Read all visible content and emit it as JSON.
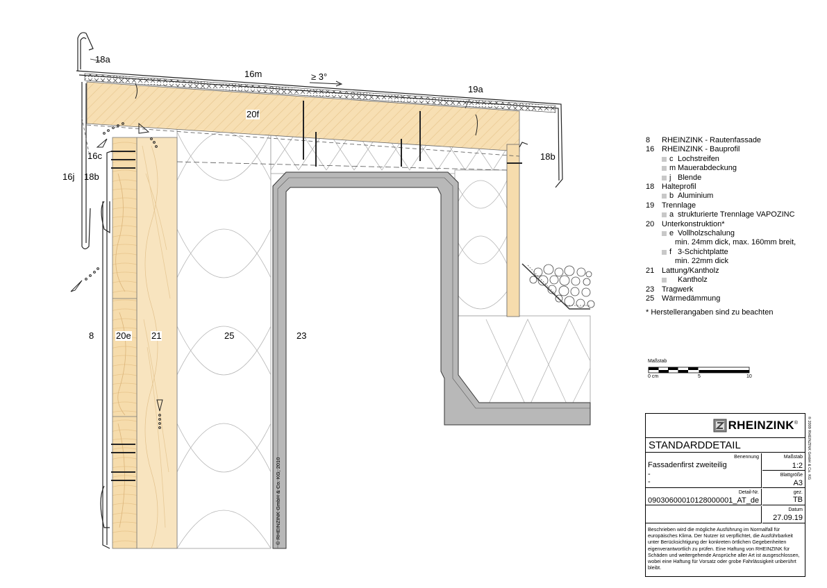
{
  "drawing": {
    "labels": {
      "l18a": "18a",
      "l16m": "16m",
      "slope": "≥ 3°",
      "l19a": "19a",
      "l20f": "20f",
      "l16c": "16c",
      "l16j": "16j",
      "l18b_left": "18b",
      "l18b_right": "18b",
      "l8": "8",
      "l20e": "20e",
      "l21": "21",
      "l25": "25",
      "l23": "23"
    },
    "copyright": "© RHEINZINK GmbH & Co. KG, 2010"
  },
  "legend": {
    "items": [
      {
        "num": "8",
        "text": "RHEINZINK - Rautenfassade",
        "subs": []
      },
      {
        "num": "16",
        "text": "RHEINZINK - Bauprofil",
        "subs": [
          {
            "letter": "c",
            "text": "Lochstreifen"
          },
          {
            "letter": "m",
            "text": "Mauerabdeckung"
          },
          {
            "letter": "j",
            "text": "Blende"
          }
        ]
      },
      {
        "num": "18",
        "text": "Halteprofil",
        "subs": [
          {
            "letter": "b",
            "text": "Aluminium"
          }
        ]
      },
      {
        "num": "19",
        "text": "Trennlage",
        "subs": [
          {
            "letter": "a",
            "text": "strukturierte Trennlage VAPOZINC"
          }
        ]
      },
      {
        "num": "20",
        "text": "Unterkonstruktion*",
        "subs": [
          {
            "letter": "e",
            "text": "Vollholzschalung",
            "cont": "min. 24mm dick, max. 160mm breit,"
          },
          {
            "letter": "f",
            "text": "3-Schichtplatte",
            "cont": "min. 22mm dick"
          }
        ]
      },
      {
        "num": "21",
        "text": "Lattung/Kantholz",
        "subs": [
          {
            "letter": "",
            "text": "Kantholz"
          }
        ]
      },
      {
        "num": "23",
        "text": "Tragwerk",
        "subs": []
      },
      {
        "num": "25",
        "text": "Wärmedämmung",
        "subs": []
      }
    ],
    "note": "*  Herstellerangaben sind zu beachten"
  },
  "scale_bar": {
    "title": "Maßstab",
    "ticks": [
      "0 cm",
      "5",
      "10"
    ]
  },
  "title_block": {
    "brand": "RHEINZINK",
    "brand_mark": "®",
    "heading": "STANDARDDETAIL",
    "benennung_label": "Benennung",
    "benennung_value": "Fassadenfirst zweiteilig",
    "dash1": "-",
    "dash2": "-",
    "massstab_label": "Maßstab",
    "massstab_value": "1:2",
    "blatt_label": "Blattgröße",
    "blatt_value": "A3",
    "detail_label": "Detail-Nr.",
    "detail_value": "09030600010128000001_AT_de",
    "gez_label": "gez.",
    "gez_value": "TB",
    "datum_label": "Datum",
    "datum_value": "27.09.19",
    "description": "Beschrieben wird die mögliche Ausführung im Normalfall für europäisches Klima. Der Nutzer ist verpflichtet, die Ausführbarkeit unter Berücksichtigung der konkreten örtlichen Gegebenheiten eigenverantwortlich zu prüfen. Eine Haftung von RHEINZINK für Schäden und weitergehende Ansprüche aller Art ist ausgeschlossen, wobei eine Haftung für Vorsatz oder grobe Fahrlässigkeit unberührt bleibt.",
    "side_copyright": "© 2009 RHEINZINK GmbH & Co. KG"
  },
  "colors": {
    "wood": "#f7deb0",
    "wood_dark": "#f3cf94",
    "steel": "#b9b9b9",
    "line": "#222222"
  }
}
